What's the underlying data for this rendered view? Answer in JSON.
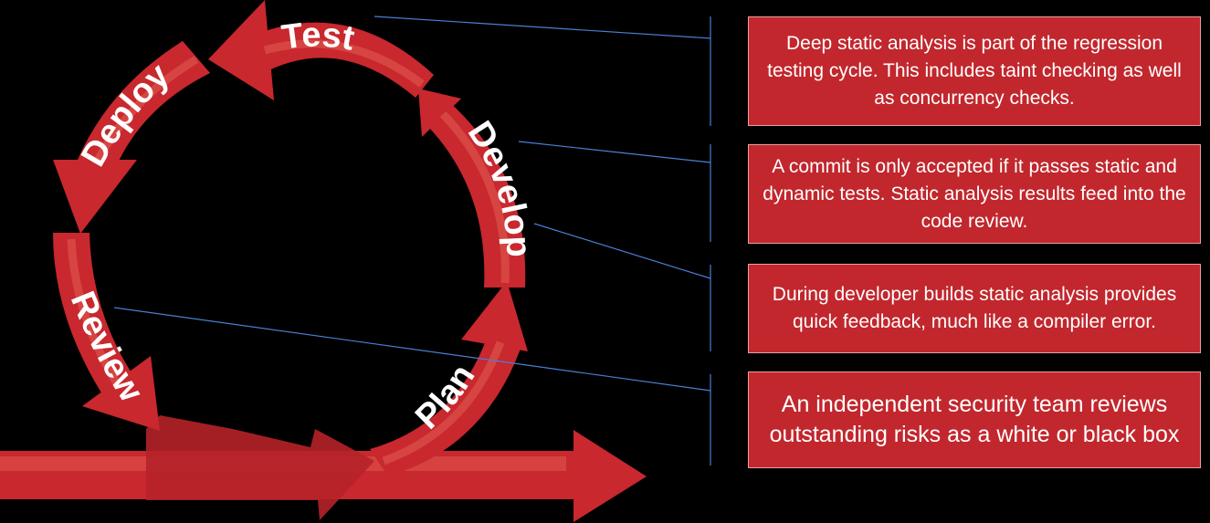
{
  "diagram": {
    "stages": [
      {
        "id": "test",
        "label": "Test"
      },
      {
        "id": "deploy",
        "label": "Deploy"
      },
      {
        "id": "review",
        "label": "Review"
      },
      {
        "id": "plan",
        "label": "Plan"
      },
      {
        "id": "develop",
        "label": "Develop"
      }
    ],
    "callouts": [
      {
        "id": "test",
        "text": "Deep static analysis is part  of the regression testing cycle. This includes taint checking as well as concurrency checks."
      },
      {
        "id": "develop",
        "text": "A commit is only accepted if it passes static and dynamic tests. Static analysis results feed into the code review."
      },
      {
        "id": "build",
        "text": "During developer builds static analysis provides quick feedback, much like a compiler error."
      },
      {
        "id": "review",
        "text": "An independent security team reviews outstanding risks as a white or black box"
      }
    ],
    "colors": {
      "arrow": "#c8282e",
      "arrow_highlight": "#e0584f",
      "callout_fill": "#c1272d",
      "connector_line": "#4a7fd4",
      "text": "#ffffff",
      "background": "#000000"
    }
  }
}
